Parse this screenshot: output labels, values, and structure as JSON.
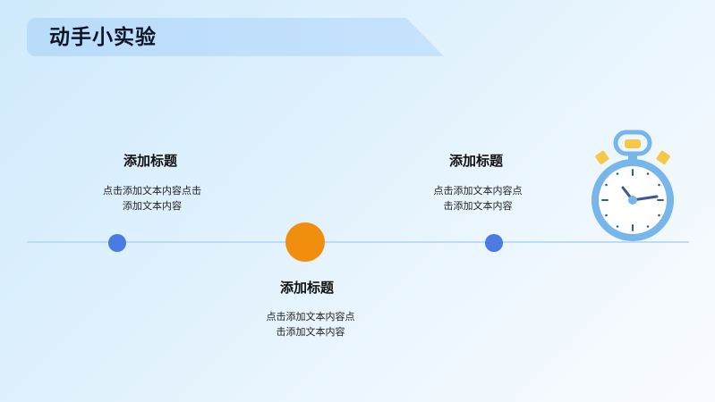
{
  "header": {
    "title": "动手小实验"
  },
  "items": [
    {
      "title": "添加标题",
      "desc_line1": "点击添加文本内容点击",
      "desc_line2": "添加文本内容"
    },
    {
      "title": "添加标题",
      "desc_line1": "点击添加文本内容点",
      "desc_line2": "击添加文本内容"
    },
    {
      "title": "添加标题",
      "desc_line1": "点击添加文本内容点",
      "desc_line2": "击添加文本内容"
    }
  ],
  "colors": {
    "accent_blue": "#4b7be2",
    "accent_orange": "#ef8f0d",
    "clock_ring": "#76b6eb",
    "clock_knob": "#f6c84a"
  },
  "icons": {
    "decoration": "stopwatch-icon"
  }
}
